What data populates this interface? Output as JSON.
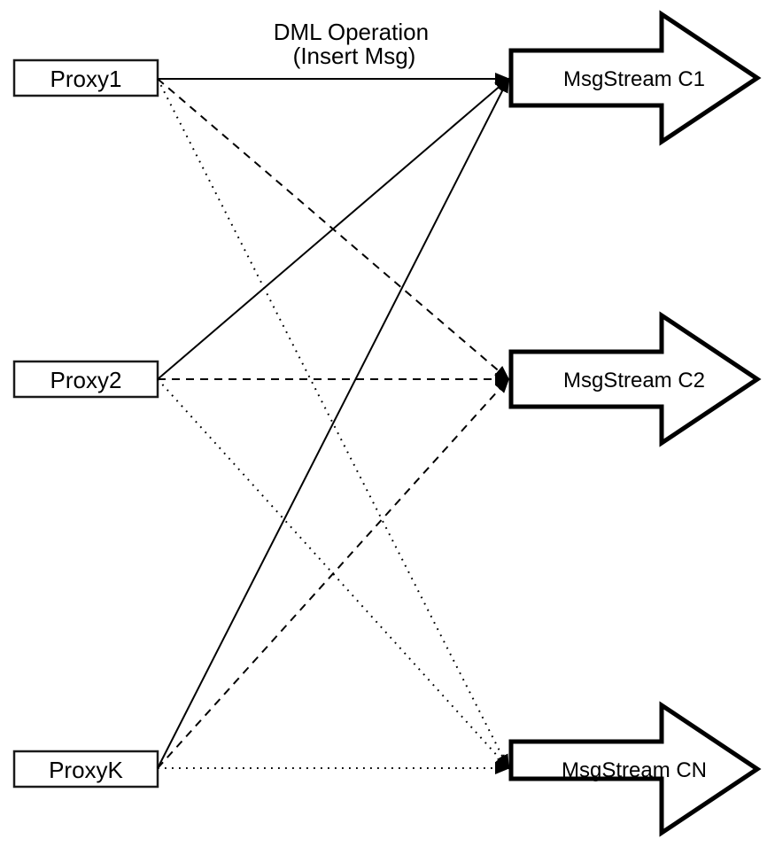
{
  "title": {
    "line1": "DML Operation",
    "line2": "(Insert Msg)"
  },
  "nodes": {
    "proxies": [
      {
        "id": "Proxy1",
        "label": "Proxy1"
      },
      {
        "id": "Proxy2",
        "label": "Proxy2"
      },
      {
        "id": "ProxyK",
        "label": "ProxyK"
      }
    ],
    "streams": [
      {
        "id": "C1",
        "label": "MsgStream C1"
      },
      {
        "id": "C2",
        "label": "MsgStream C2"
      },
      {
        "id": "CN",
        "label": "MsgStream CN"
      }
    ]
  },
  "edges": [
    {
      "from": "Proxy1",
      "to": "C1",
      "style": "solid"
    },
    {
      "from": "Proxy1",
      "to": "C2",
      "style": "dashed"
    },
    {
      "from": "Proxy1",
      "to": "CN",
      "style": "dotted"
    },
    {
      "from": "Proxy2",
      "to": "C1",
      "style": "solid"
    },
    {
      "from": "Proxy2",
      "to": "C2",
      "style": "dashed"
    },
    {
      "from": "Proxy2",
      "to": "CN",
      "style": "dotted"
    },
    {
      "from": "ProxyK",
      "to": "C1",
      "style": "solid"
    },
    {
      "from": "ProxyK",
      "to": "C2",
      "style": "dashed"
    },
    {
      "from": "ProxyK",
      "to": "CN",
      "style": "dotted"
    }
  ],
  "colors": {
    "line": "#000000",
    "shape_fill": "#ffffff",
    "background": "#ffffff"
  }
}
